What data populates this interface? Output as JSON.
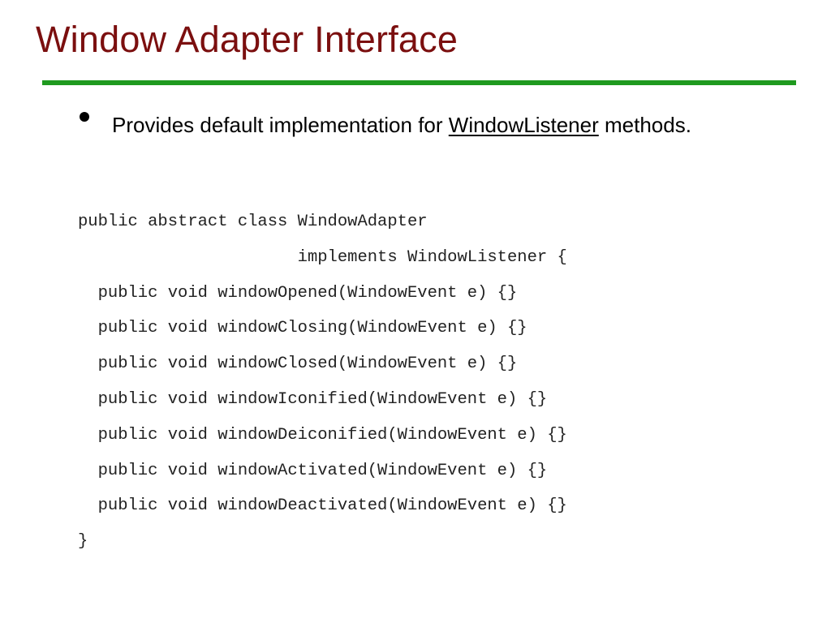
{
  "slide": {
    "title": "Window Adapter Interface",
    "colors": {
      "title": "#7b0f0f",
      "rule": "#1f9a1f",
      "text": "#000000"
    }
  },
  "bullet": {
    "text_before": "Provides default implementation for ",
    "link_text": "WindowListener",
    "text_after": " methods."
  },
  "code": {
    "lines": [
      "public abstract class WindowAdapter",
      "                      implements WindowListener {",
      "  public void windowOpened(WindowEvent e) {}",
      "  public void windowClosing(WindowEvent e) {}",
      "  public void windowClosed(WindowEvent e) {}",
      "  public void windowIconified(WindowEvent e) {}",
      "  public void windowDeiconified(WindowEvent e) {}",
      "  public void windowActivated(WindowEvent e) {}",
      "  public void windowDeactivated(WindowEvent e) {}",
      "}"
    ]
  }
}
